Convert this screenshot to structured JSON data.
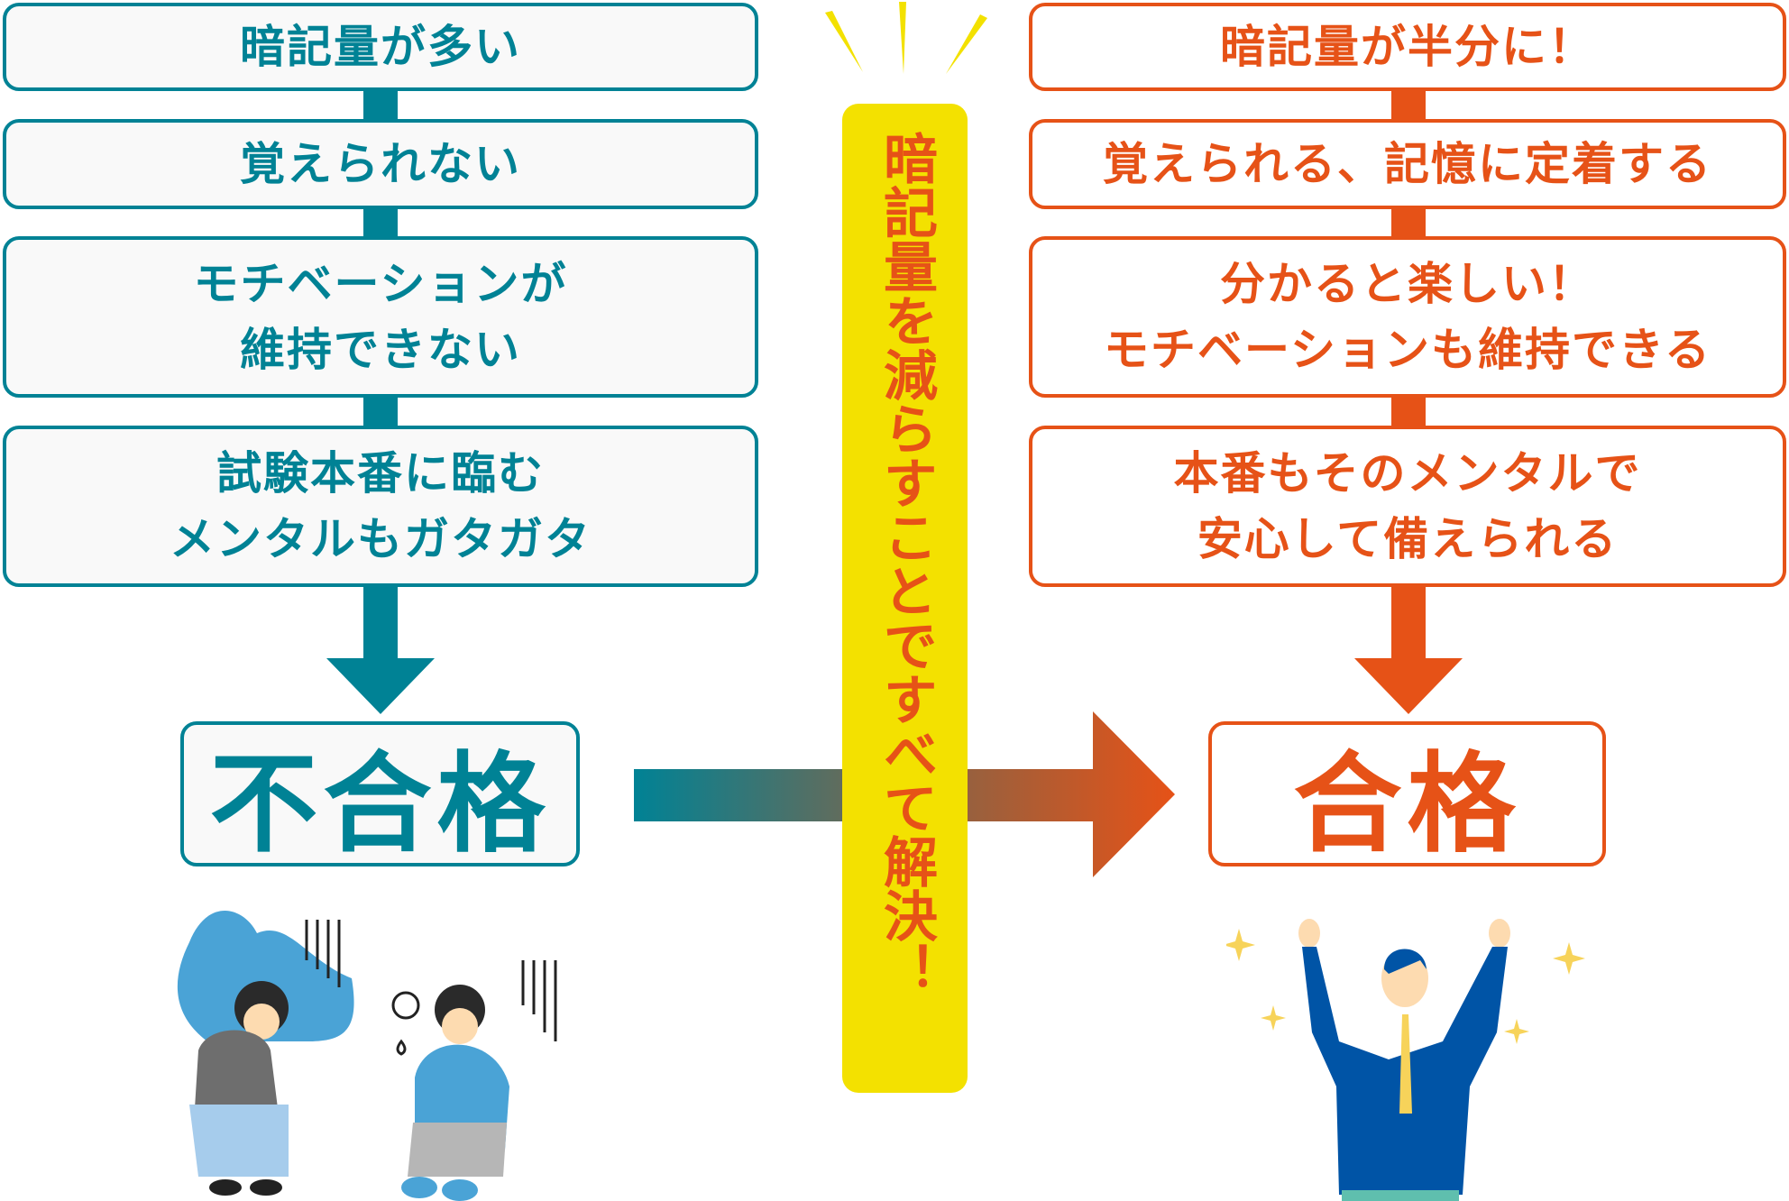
{
  "colors": {
    "teal": "#008295",
    "orange": "#e65217",
    "yellow": "#f3e100"
  },
  "left": {
    "steps": [
      "暗記量が多い",
      "覚えられない",
      "モチベーションが\n維持できない",
      "試験本番に臨む\nメンタルもガタガタ"
    ],
    "result": "不合格"
  },
  "right": {
    "steps": [
      "暗記量が半分に！",
      "覚えられる、記憶に定着する",
      "分かると楽しい！\nモチベーションも維持できる",
      "本番もそのメンタルで\n安心して備えられる"
    ],
    "result": "合格"
  },
  "center": {
    "message": "暗記量を減らすことですべて解決！"
  },
  "illustrations": {
    "left": "worried-students",
    "right": "celebrating-student"
  }
}
